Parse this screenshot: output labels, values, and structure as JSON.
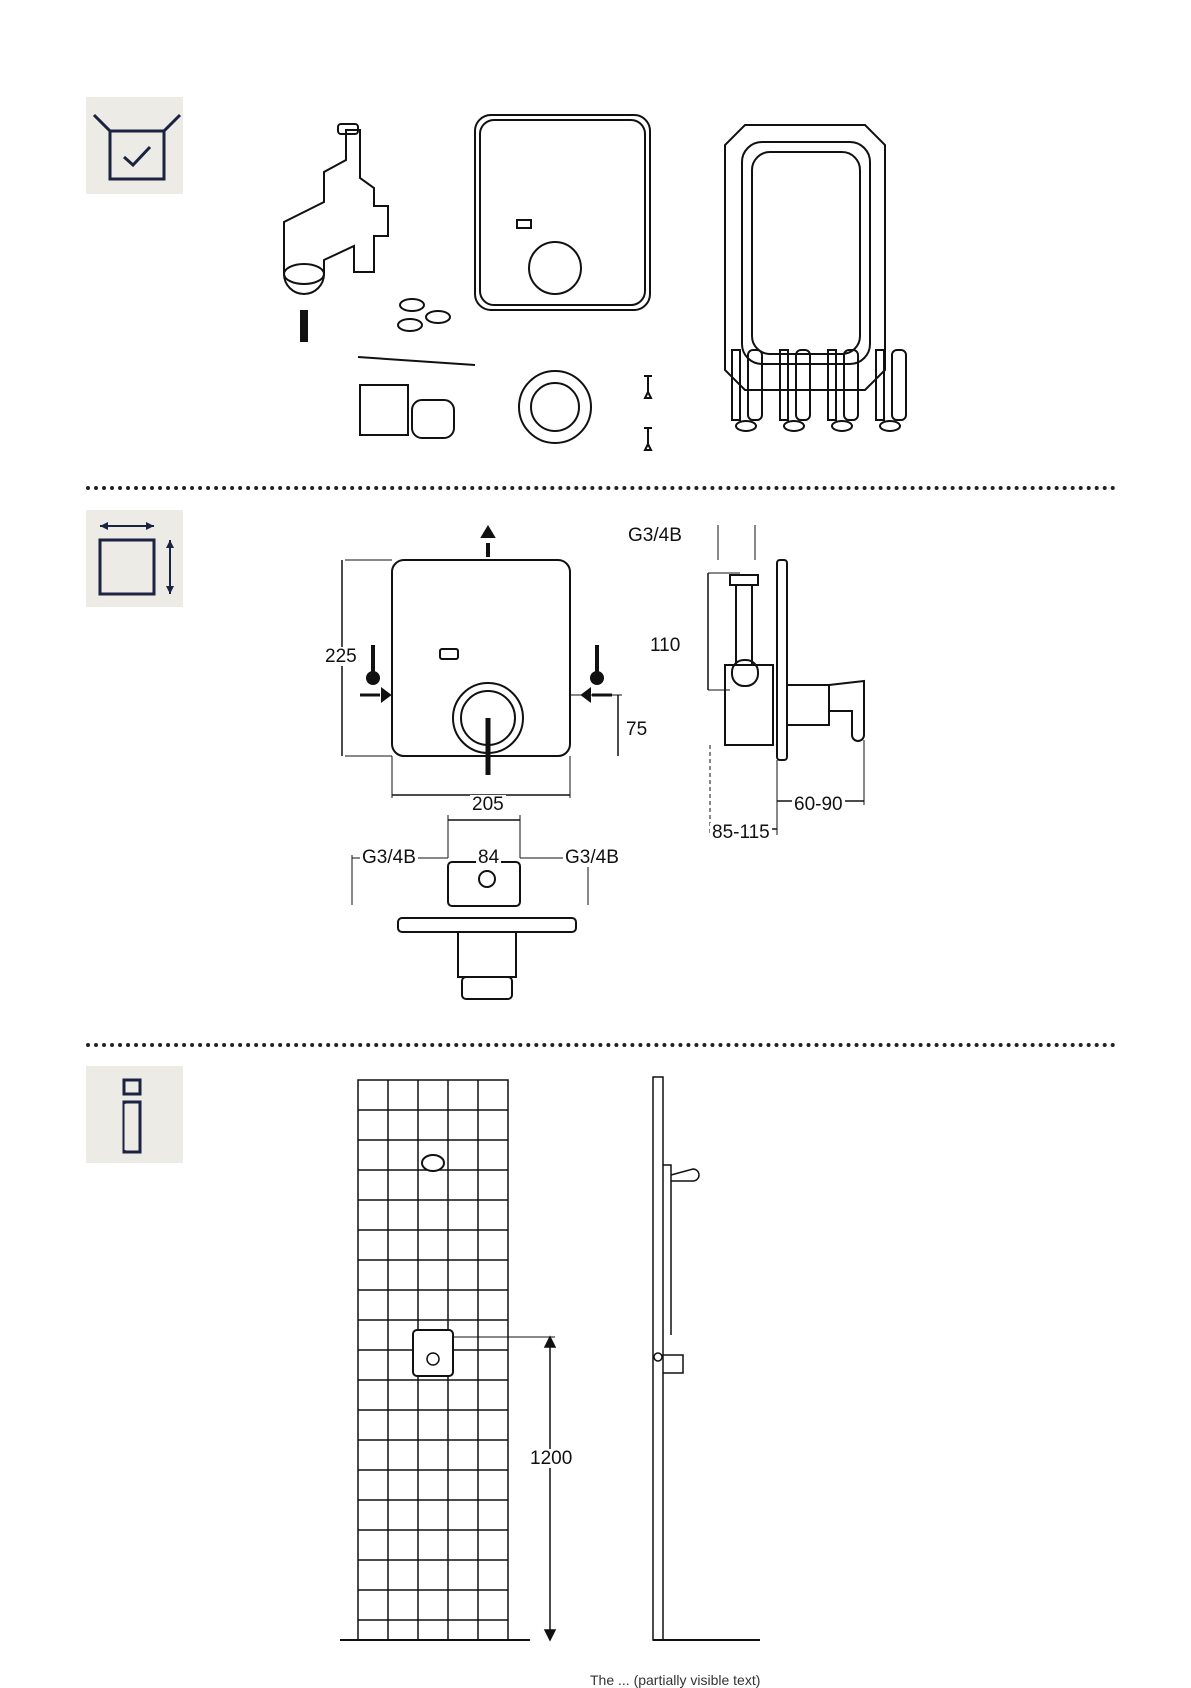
{
  "sections": {
    "scope": {
      "icon": "box-check-icon"
    },
    "dimensions": {
      "icon": "square-dimensions-icon",
      "front": {
        "height": "225",
        "width": "205",
        "offset": "75"
      },
      "side": {
        "thread": "G3/4B",
        "depth": "110",
        "range_min_max": "85-115",
        "handle": "60-90"
      },
      "top": {
        "thread_left": "G3/4B",
        "spacing": "84",
        "thread_right": "G3/4B"
      }
    },
    "info": {
      "icon": "info-icon",
      "mount_height": "1200"
    }
  },
  "footer": {
    "text": "The ... (partially visible text)"
  }
}
